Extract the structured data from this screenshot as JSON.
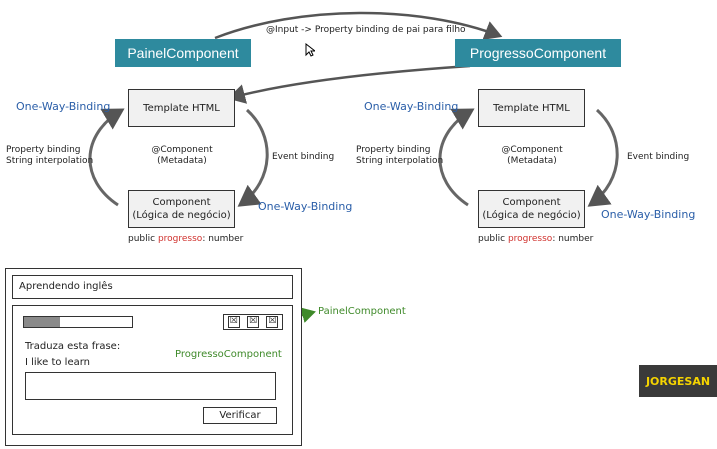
{
  "top": {
    "painel_title": "PainelComponent",
    "progresso_title": "ProgressoComponent",
    "arrow_label": "@Input -> Property binding de pai para filho"
  },
  "left_cycle": {
    "template": "Template HTML",
    "component_line1": "Component",
    "component_line2": "(Lógica de negócio)",
    "meta_line1": "@Component",
    "meta_line2": "(Metadata)",
    "owb_top": "One-Way-Binding",
    "owb_bottom": "One-Way-Binding",
    "pb_line1": "Property binding",
    "pb_line2": "String interpolation",
    "event": "Event binding",
    "prop_prefix": "public ",
    "prop_name": "progresso",
    "prop_type": ": number"
  },
  "right_cycle": {
    "template": "Template HTML",
    "component_line1": "Component",
    "component_line2": "(Lógica de negócio)",
    "meta_line1": "@Component",
    "meta_line2": "(Metadata)",
    "owb_top": "One-Way-Binding",
    "owb_bottom": "One-Way-Binding",
    "pb_line1": "Property binding",
    "pb_line2": "String interpolation",
    "event": "Event binding",
    "prop_prefix": "public ",
    "prop_name": "progresso",
    "prop_type": ": number"
  },
  "mockup": {
    "title": "Aprendendo inglês",
    "prompt": "Traduza esta frase:",
    "phrase": "I like to learn",
    "verify": "Verificar",
    "progress_fraction": 0.33,
    "painel_label": "PainelComponent",
    "progresso_label": "ProgressoComponent",
    "win_buttons": [
      "☒",
      "☒",
      "☒"
    ]
  },
  "badge": "JORGESAN",
  "colors": {
    "teal": "#2e8a9e",
    "blue_text": "#2a5ea8",
    "red_text": "#d0312d",
    "green": "#3f8a2a",
    "badge_text": "#f5d400"
  }
}
